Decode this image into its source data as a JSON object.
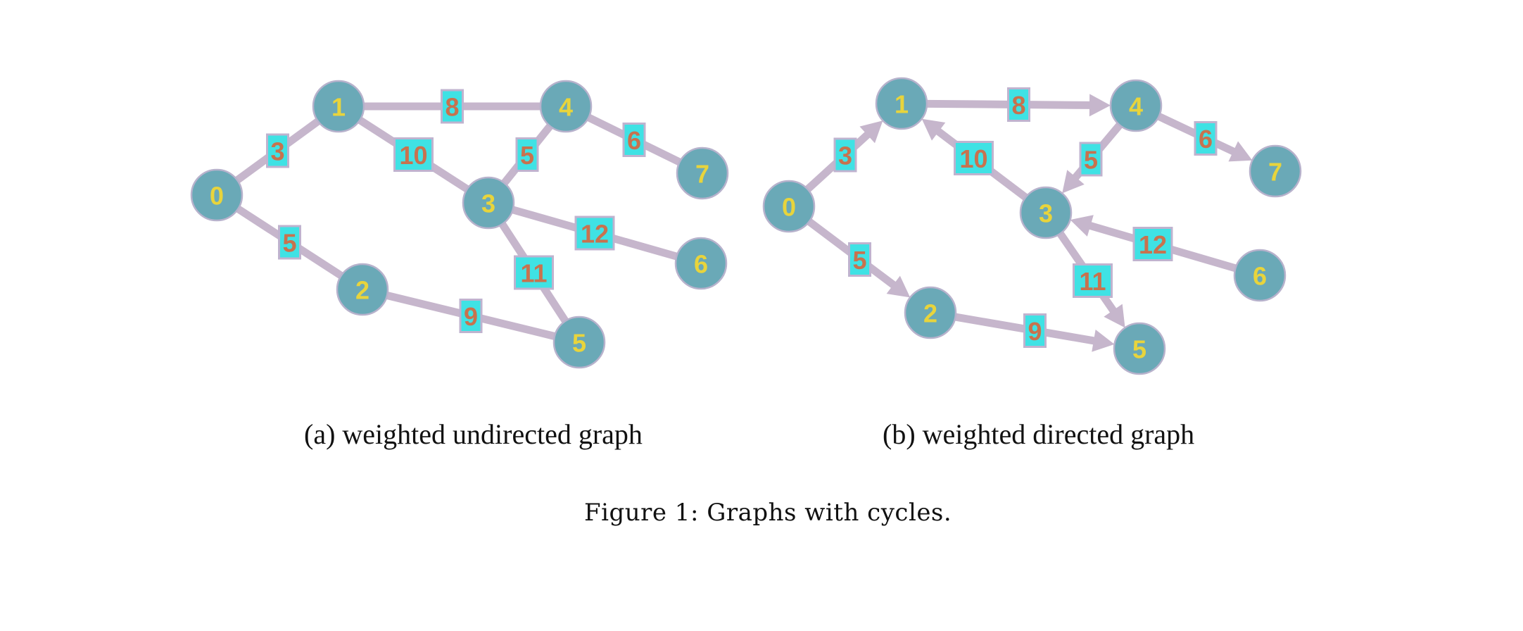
{
  "subfigures": [
    {
      "caption": "(a) weighted undirected graph",
      "directed": false,
      "nodes": [
        "0",
        "1",
        "2",
        "3",
        "4",
        "5",
        "6",
        "7"
      ],
      "edges": [
        {
          "from": "0",
          "to": "1",
          "weight": "3"
        },
        {
          "from": "0",
          "to": "2",
          "weight": "5"
        },
        {
          "from": "1",
          "to": "4",
          "weight": "8"
        },
        {
          "from": "1",
          "to": "3",
          "weight": "10"
        },
        {
          "from": "4",
          "to": "3",
          "weight": "5"
        },
        {
          "from": "4",
          "to": "7",
          "weight": "6"
        },
        {
          "from": "3",
          "to": "6",
          "weight": "12"
        },
        {
          "from": "3",
          "to": "5",
          "weight": "11"
        },
        {
          "from": "2",
          "to": "5",
          "weight": "9"
        }
      ]
    },
    {
      "caption": "(b) weighted directed graph",
      "directed": true,
      "nodes": [
        "0",
        "1",
        "2",
        "3",
        "4",
        "5",
        "6",
        "7"
      ],
      "edges": [
        {
          "from": "0",
          "to": "1",
          "weight": "3"
        },
        {
          "from": "0",
          "to": "2",
          "weight": "5"
        },
        {
          "from": "1",
          "to": "4",
          "weight": "8"
        },
        {
          "from": "3",
          "to": "1",
          "weight": "10"
        },
        {
          "from": "4",
          "to": "3",
          "weight": "5"
        },
        {
          "from": "4",
          "to": "7",
          "weight": "6"
        },
        {
          "from": "6",
          "to": "3",
          "weight": "12"
        },
        {
          "from": "3",
          "to": "5",
          "weight": "11"
        },
        {
          "from": "2",
          "to": "5",
          "weight": "9"
        }
      ]
    }
  ],
  "figure_caption": "Figure 1: Graphs with cycles.",
  "colors": {
    "node_fill": "#6aa9b7",
    "node_label": "#e8d43c",
    "edge": "#c6b6cc",
    "weight_box": "#3fe2e4",
    "weight_label": "#c8724e"
  }
}
